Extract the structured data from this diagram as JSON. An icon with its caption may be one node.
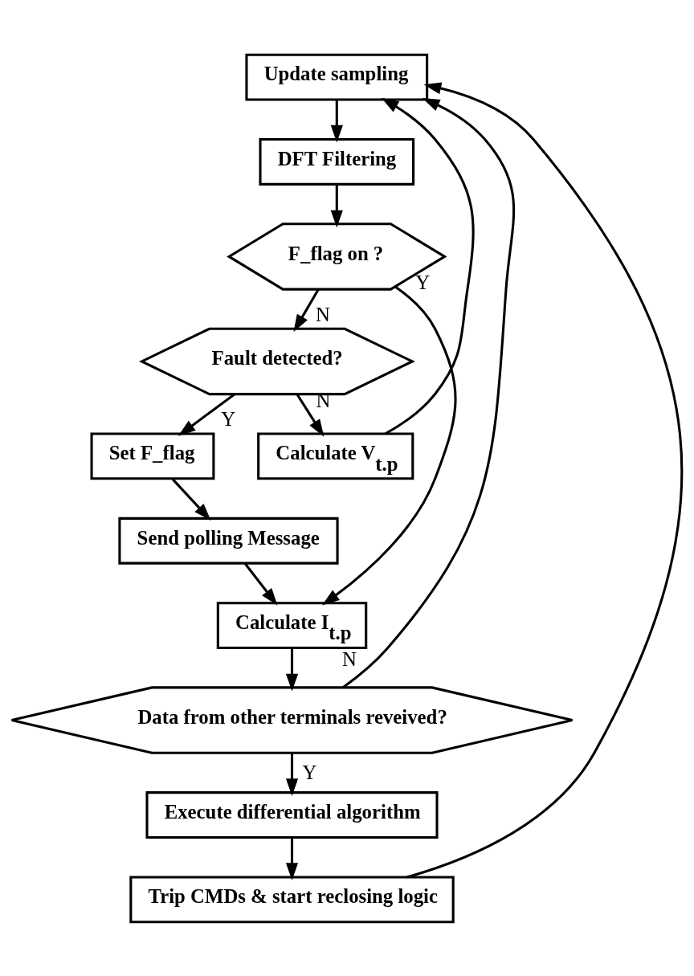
{
  "diagram": {
    "nodes": [
      {
        "text": [
          "Update sampling"
        ]
      },
      {
        "text": [
          "DFT Filtering"
        ]
      },
      {
        "text": [
          "F_flag on ?"
        ]
      },
      {
        "text": [
          "Fault detected?"
        ]
      },
      {
        "text": [
          "Set F_flag"
        ]
      },
      {
        "text": [
          "Send polling Message"
        ]
      },
      {
        "text": [
          "Calculate V$_{t.p}$"
        ]
      },
      {
        "text": [
          "Calculate I$_{t.p}$"
        ]
      },
      {
        "text": [
          "Data from other terminals reveived?"
        ]
      },
      {
        "text": [
          "Execute differential algorithm"
        ]
      },
      {
        "text": [
          "Trip CMDs & start reclosing logic"
        ]
      }
    ],
    "edges": [
      {
        "from": 0,
        "to": 1,
        "arrow": "to"
      },
      {
        "from": 1,
        "to": 2,
        "arrow": "to"
      },
      {
        "from": 2,
        "to": 3,
        "arrow": "to",
        "label": "N"
      },
      {
        "from": 2,
        "to": 7,
        "arrow": "to",
        "label": "Y"
      },
      {
        "from": 3,
        "to": 4,
        "arrow": "to",
        "label": "Y"
      },
      {
        "from": 3,
        "to": 6,
        "arrow": "to",
        "label": "N"
      },
      {
        "from": 4,
        "to": 5,
        "arrow": "to"
      },
      {
        "from": 5,
        "to": 7,
        "arrow": "to"
      },
      {
        "from": 6,
        "to": 0,
        "arrow": "to"
      },
      {
        "from": 7,
        "to": 8,
        "arrow": "to"
      },
      {
        "from": 8,
        "to": 0,
        "arrow": "to",
        "label": "N"
      },
      {
        "from": 8,
        "to": 9,
        "arrow": "to",
        "label": "Y"
      },
      {
        "from": 9,
        "to": 10,
        "arrow": "to"
      },
      {
        "from": 10,
        "to": 0,
        "arrow": "to"
      }
    ]
  }
}
